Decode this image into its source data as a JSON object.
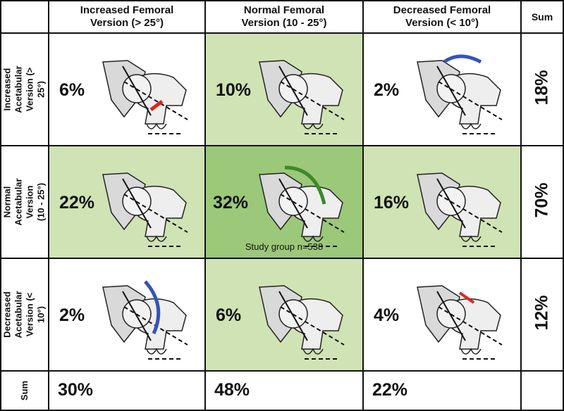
{
  "header": {
    "columns": [
      "Increased Femoral\nVersion (> 25°)",
      "Normal Femoral\nVersion (10 - 25°)",
      "Decreased Femoral\nVersion (< 10°)"
    ],
    "sum_label": "Sum"
  },
  "rows": [
    {
      "label": "Increased\nAcetabular\nVersion (> 25°)",
      "cells": [
        {
          "value": "6%",
          "bg": "#ffffff",
          "arrow": "red-short"
        },
        {
          "value": "10%",
          "bg": "#cfe3b4",
          "arrow": "none"
        },
        {
          "value": "2%",
          "bg": "#ffffff",
          "arrow": "blue-top"
        }
      ],
      "sum": "18%"
    },
    {
      "label": "Normal Acetabular\nVersion (10 - 25°)",
      "cells": [
        {
          "value": "22%",
          "bg": "#cfe3b4",
          "arrow": "none"
        },
        {
          "value": "32%",
          "bg": "#9cc87a",
          "arrow": "green-curve",
          "note": "Study group n=538"
        },
        {
          "value": "16%",
          "bg": "#cfe3b4",
          "arrow": "none"
        }
      ],
      "sum": "70%"
    },
    {
      "label": "Decreased\nAcetabular\nVersion (< 10°)",
      "cells": [
        {
          "value": "2%",
          "bg": "#ffffff",
          "arrow": "blue-side"
        },
        {
          "value": "6%",
          "bg": "#cfe3b4",
          "arrow": "none"
        },
        {
          "value": "4%",
          "bg": "#ffffff",
          "arrow": "red-top"
        }
      ],
      "sum": "12%"
    }
  ],
  "footer": {
    "label": "Sum",
    "values": [
      "30%",
      "48%",
      "22%"
    ]
  },
  "colors": {
    "grid_line": "#111111",
    "light_green": "#cfe3b4",
    "dark_green": "#9cc87a",
    "red_arrow": "#e0241b",
    "blue_arrow": "#3554b8",
    "green_arrow": "#3b8a2a"
  }
}
